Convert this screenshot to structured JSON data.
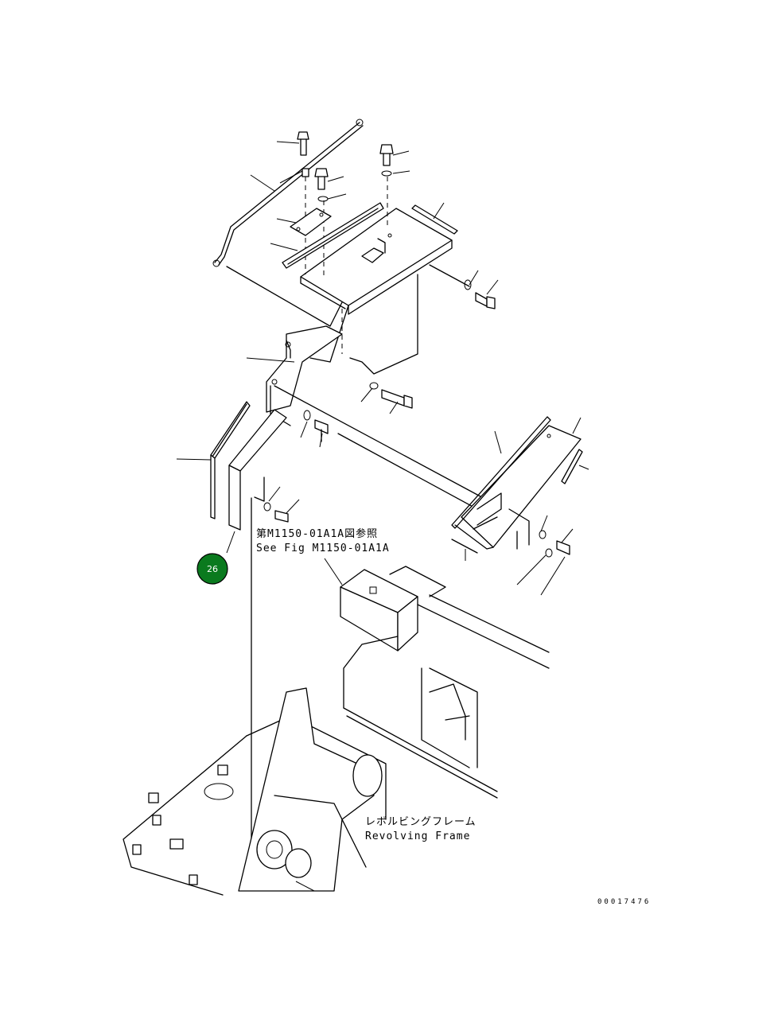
{
  "reference_note": {
    "jp": "第M1150-01A1A図参照",
    "en": "See Fig M1150-01A1A"
  },
  "frame_label": {
    "jp": "レボルビングフレーム",
    "en": "Revolving Frame"
  },
  "callout": {
    "number": "26",
    "color": "#0a7a1e"
  },
  "document_number": "00017476"
}
